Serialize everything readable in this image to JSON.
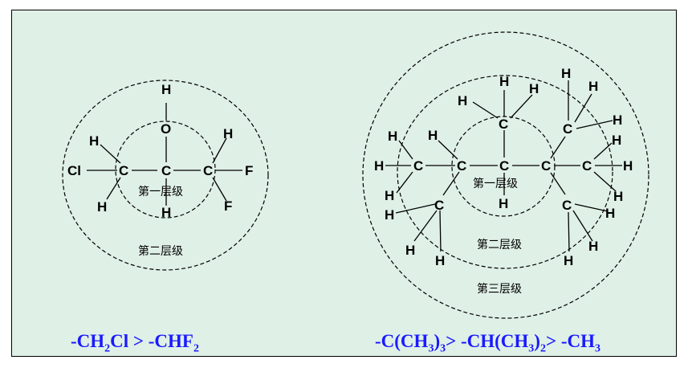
{
  "left_molecule": {
    "atoms": {
      "cl": "Cl",
      "c1": "C",
      "c2": "C",
      "c3": "C",
      "o": "O",
      "h_o": "H",
      "h_c1_top": "H",
      "h_c1_bottom": "H",
      "h_c2_bottom": "H",
      "h_c3_top": "H",
      "f_right": "F",
      "f_bottom": "F"
    },
    "labels": {
      "level1": "第一层级",
      "level2": "第二层级"
    }
  },
  "right_molecule": {
    "atoms": {
      "carbon": "C",
      "hydrogen": "H"
    },
    "labels": {
      "level1": "第一层级",
      "level2": "第二层级",
      "level3": "第三层级"
    }
  },
  "formulas": {
    "left": {
      "p1": "-CH",
      "s1": "2",
      "p2": "Cl  > -CHF",
      "s2": "2"
    },
    "right": {
      "p1": "-C(CH",
      "s1": "3",
      "p2": ")",
      "s2": "3",
      "p3": "> -CH(CH",
      "s3": "3",
      "p4": ")",
      "s4": "2",
      "p5": "> -CH",
      "s5": "3"
    }
  },
  "colors": {
    "background": "#dff0e7",
    "formula": "#1a1aff",
    "ink": "#000000"
  }
}
